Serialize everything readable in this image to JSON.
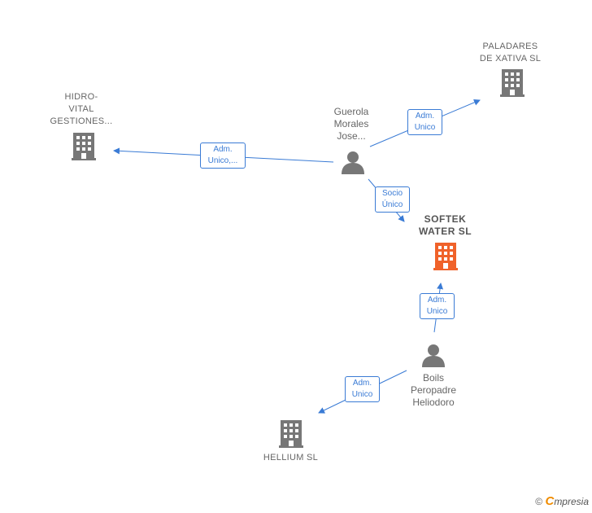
{
  "nodes": {
    "hidro": {
      "label": "HIDRO-\nVITAL\nGESTIONES...",
      "kind": "company"
    },
    "paladares": {
      "label": "PALADARES\nDE XATIVA SL",
      "kind": "company"
    },
    "guerola": {
      "label": "Guerola\nMorales\nJose...",
      "kind": "person"
    },
    "softek": {
      "label": "SOFTEK\nWATER  SL",
      "kind": "company-main"
    },
    "boils": {
      "label": "Boils\nPeropadre\nHeliodoro",
      "kind": "person"
    },
    "hellium": {
      "label": "HELLIUM  SL",
      "kind": "company"
    }
  },
  "edges": {
    "guerola_hidro": "Adm.\nUnico,...",
    "guerola_paladares": "Adm.\nUnico",
    "guerola_softek": "Socio\nÚnico",
    "boils_softek": "Adm.\nUnico",
    "boils_hellium": "Adm.\nUnico"
  },
  "colors": {
    "edge": "#3a7bd5",
    "icon_gray": "#777777",
    "icon_main": "#f0622a"
  },
  "brand": {
    "copyright": "©",
    "e": "C",
    "rest": "mpresia"
  }
}
